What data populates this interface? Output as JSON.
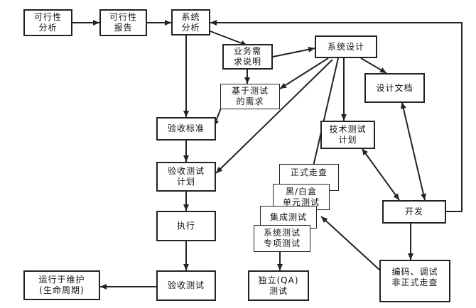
{
  "nodes": {
    "feasibility_analysis": "可行性\n分析",
    "feasibility_report": "可行性\n报告",
    "system_analysis": "系统\n分析",
    "business_requirements": "业务需\n求说明",
    "system_design": "系统设计",
    "design_docs": "设计文档",
    "requirement_based_test": "基于测试\n的需求",
    "acceptance_criteria": "验收标准",
    "technical_test_plan": "技术测试\n计划",
    "acceptance_test_plan": "验收测试\n计划",
    "formal_walkthrough": "正式走查",
    "black_white_box": "黑/白盒\n单元测试",
    "integration_test": "集成测试",
    "system_special_test": "系统测试\n专项测试",
    "development": "开发",
    "execute": "执行",
    "acceptance_test": "验收测试",
    "run_maintenance": "运行于维护\n(生命周期)",
    "independent_qa_test": "独立(QA)\n测试",
    "coding_debugging": "编码、调试\n非正式走查"
  },
  "colors": {
    "line": "#222222",
    "background": "#ffffff"
  }
}
